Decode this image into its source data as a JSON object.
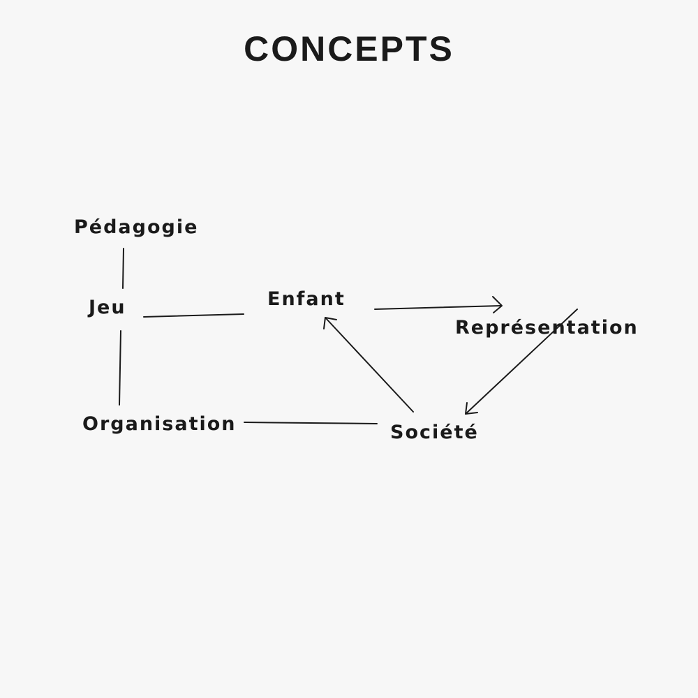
{
  "title": "CONCEPTS",
  "nodes": {
    "pedagogie": "Pédagogie",
    "jeu": "Jeu",
    "enfant": "Enfant",
    "representation": "Représentation",
    "organisation": "Organisation",
    "societe": "Société"
  },
  "edges": [
    {
      "from": "pedagogie",
      "to": "jeu",
      "arrow": false
    },
    {
      "from": "jeu",
      "to": "organisation",
      "arrow": false
    },
    {
      "from": "jeu",
      "to": "enfant",
      "arrow": false
    },
    {
      "from": "enfant",
      "to": "representation",
      "arrow": true
    },
    {
      "from": "representation",
      "to": "societe",
      "arrow": true
    },
    {
      "from": "societe",
      "to": "enfant",
      "arrow": true
    },
    {
      "from": "organisation",
      "to": "societe",
      "arrow": false
    }
  ],
  "colors": {
    "background": "#f7f7f7",
    "ink": "#1a1a1a"
  }
}
